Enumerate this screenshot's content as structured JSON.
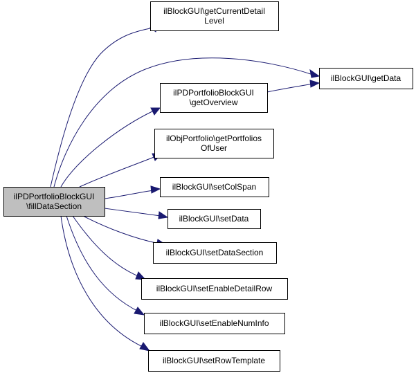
{
  "graph": {
    "colors": {
      "edge": "#191970",
      "node_border": "#000000",
      "node_fill": "#ffffff",
      "focus_fill": "#bfbfbf"
    },
    "nodes": [
      {
        "id": "fill_data_section",
        "lines": [
          "ilPDPortfolioBlockGUI",
          "\\fillDataSection"
        ],
        "focus": true
      },
      {
        "id": "get_current_detail_level",
        "lines": [
          "ilBlockGUI\\getCurrentDetail",
          "Level"
        ]
      },
      {
        "id": "get_data",
        "lines": [
          "ilBlockGUI\\getData"
        ]
      },
      {
        "id": "get_overview",
        "lines": [
          "ilPDPortfolioBlockGUI",
          "\\getOverview"
        ]
      },
      {
        "id": "get_portfolios_of_user",
        "lines": [
          "ilObjPortfolio\\getPortfolios",
          "OfUser"
        ]
      },
      {
        "id": "set_col_span",
        "lines": [
          "ilBlockGUI\\setColSpan"
        ]
      },
      {
        "id": "set_data",
        "lines": [
          "ilBlockGUI\\setData"
        ]
      },
      {
        "id": "set_data_section",
        "lines": [
          "ilBlockGUI\\setDataSection"
        ]
      },
      {
        "id": "set_enable_detail_row",
        "lines": [
          "ilBlockGUI\\setEnableDetailRow"
        ]
      },
      {
        "id": "set_enable_num_info",
        "lines": [
          "ilBlockGUI\\setEnableNumInfo"
        ]
      },
      {
        "id": "set_row_template",
        "lines": [
          "ilBlockGUI\\setRowTemplate"
        ]
      }
    ],
    "edges": [
      {
        "from": "fill_data_section",
        "to": "get_current_detail_level"
      },
      {
        "from": "fill_data_section",
        "to": "get_data"
      },
      {
        "from": "fill_data_section",
        "to": "get_overview"
      },
      {
        "from": "fill_data_section",
        "to": "get_portfolios_of_user"
      },
      {
        "from": "fill_data_section",
        "to": "set_col_span"
      },
      {
        "from": "fill_data_section",
        "to": "set_data"
      },
      {
        "from": "fill_data_section",
        "to": "set_data_section"
      },
      {
        "from": "fill_data_section",
        "to": "set_enable_detail_row"
      },
      {
        "from": "fill_data_section",
        "to": "set_enable_num_info"
      },
      {
        "from": "fill_data_section",
        "to": "set_row_template"
      },
      {
        "from": "get_overview",
        "to": "get_data"
      }
    ]
  }
}
